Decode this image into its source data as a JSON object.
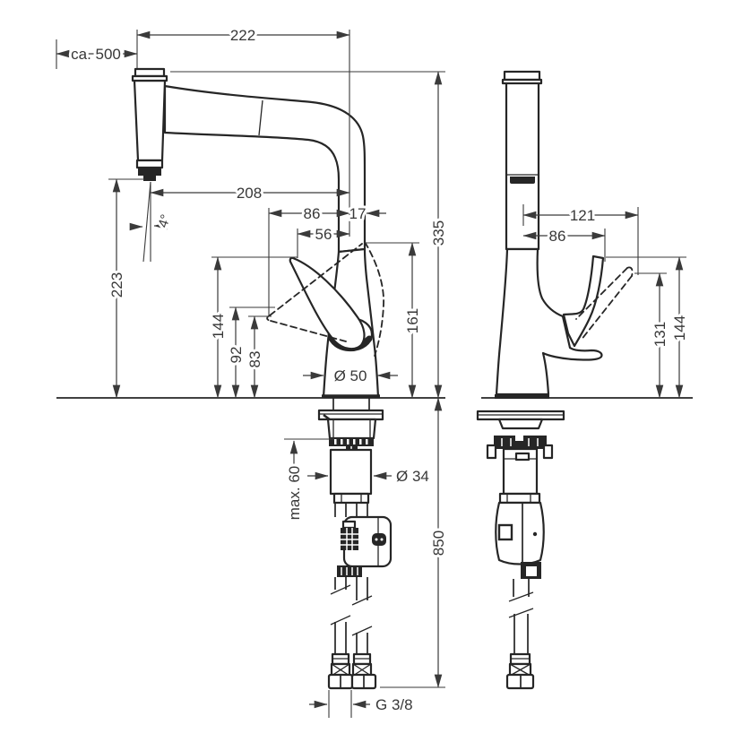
{
  "document": {
    "type": "faucet installation dimension drawing",
    "background": "#ffffff",
    "line_color": "#262626",
    "dimension_color": "#3a3a3a",
    "units": "mm"
  },
  "side_view": {
    "name": "side view with pull-out spray head",
    "dim_overall_width": "222",
    "dim_pullout_hose": "ca. 500",
    "dim_spout_reach": "208",
    "dim_handle_reach": "86",
    "dim_axis_offset": "17",
    "dim_handle_tip_offset": "56",
    "dim_spray_angle": "4°",
    "dim_spout_outlet_height": "223",
    "dim_handle_raised_height": "144",
    "dim_handle_pivot_height": "92",
    "dim_handle_lowered_height": "83",
    "dim_body_top_height": "161",
    "dim_total_height": "335",
    "dim_base_diameter": "Ø 50",
    "dim_shank_diameter": "Ø 34",
    "dim_max_counter_thickness": "max. 60",
    "dim_hose_drop_length": "850",
    "dim_connection_thread": "G 3/8"
  },
  "front_view": {
    "name": "front view",
    "dim_handle_swivel_reach": "121",
    "dim_handle_reach": "86",
    "dim_handle_lowered_height": "131",
    "dim_handle_raised_height": "144"
  }
}
